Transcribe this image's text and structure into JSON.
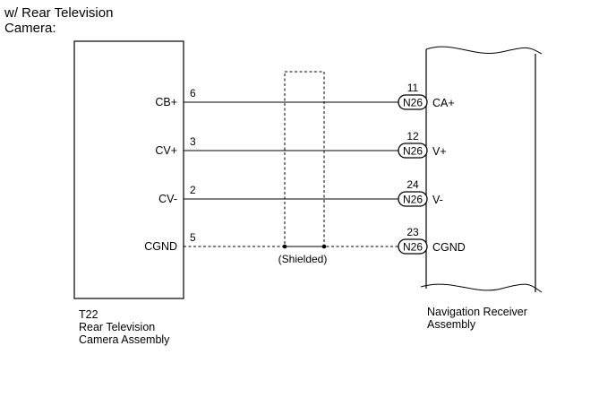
{
  "header": {
    "line1": "w/ Rear Television",
    "line2": "Camera:"
  },
  "shield_label": "(Shielded)",
  "left_component": {
    "code": "T22",
    "name_line1": "Rear Television",
    "name_line2": "Camera Assembly"
  },
  "right_component": {
    "name_line1": "Navigation Receiver",
    "name_line2": "Assembly"
  },
  "wires": [
    {
      "left_terminal": "CB+",
      "left_pin": "6",
      "connector": "N26",
      "right_pin": "11",
      "right_terminal": "CA+",
      "shielded": false
    },
    {
      "left_terminal": "CV+",
      "left_pin": "3",
      "connector": "N26",
      "right_pin": "12",
      "right_terminal": "V+",
      "shielded": false
    },
    {
      "left_terminal": "CV-",
      "left_pin": "2",
      "connector": "N26",
      "right_pin": "24",
      "right_terminal": "V-",
      "shielded": false
    },
    {
      "left_terminal": "CGND",
      "left_pin": "5",
      "connector": "N26",
      "right_pin": "23",
      "right_terminal": "CGND",
      "shielded": true
    }
  ]
}
